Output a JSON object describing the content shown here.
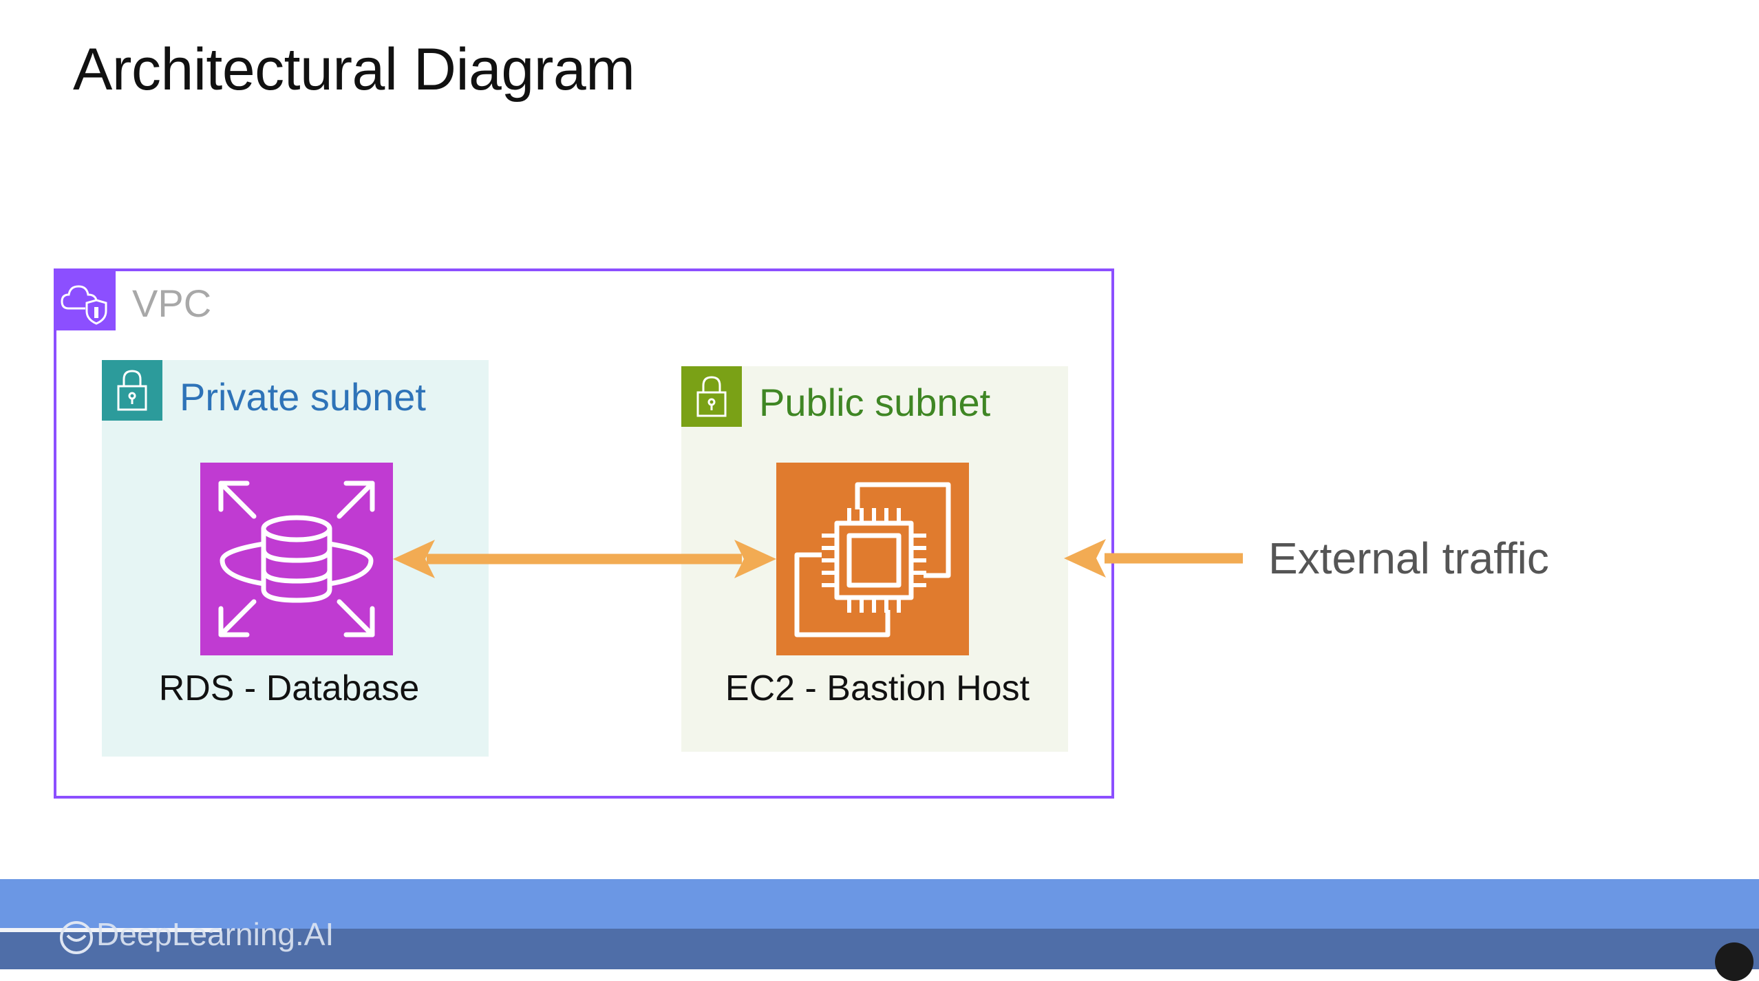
{
  "slide": {
    "title": "Architectural Diagram"
  },
  "diagram": {
    "vpc": {
      "label": "VPC",
      "color": "#8c4fff"
    },
    "private_subnet": {
      "label": "Private subnet",
      "color": "#2e73b8",
      "badge_color": "#2c9b9b",
      "fill": "#e6f5f4"
    },
    "public_subnet": {
      "label": "Public subnet",
      "color": "#3f8624",
      "badge_color": "#7aa116",
      "fill": "#f3f6ec"
    },
    "rds": {
      "label": "RDS - Database",
      "icon": "rds-database-icon",
      "color": "#c03bd2"
    },
    "ec2": {
      "label": "EC2 - Bastion Host",
      "icon": "ec2-chip-icon",
      "color": "#e07b2e"
    },
    "external": {
      "label": "External traffic"
    },
    "arrow_color": "#f2ab53",
    "connections": [
      {
        "from": "rds",
        "to": "ec2",
        "direction": "bidirectional"
      },
      {
        "from": "external",
        "to": "public_subnet",
        "direction": "inbound"
      }
    ]
  },
  "footer": {
    "brand": "DeepLearning.AI",
    "banner_color": "#6b97e4",
    "video_progress": 0.126
  }
}
